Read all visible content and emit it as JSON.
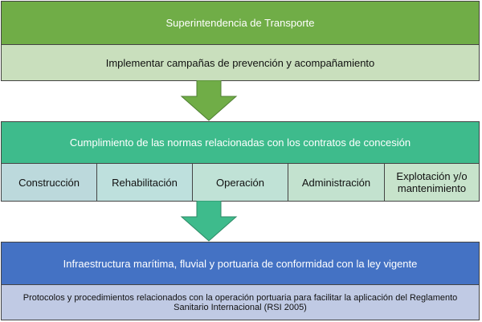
{
  "level1": {
    "title": "Superintendencia de Transporte",
    "subtitle": "Implementar campañas de prevención y acompañamiento"
  },
  "level2": {
    "title": "Cumplimiento de las normas relacionadas con los contratos de concesión",
    "items": [
      "Construcción",
      "Rehabilitación",
      "Operación",
      "Administración",
      "Explotación y/o mantenimiento"
    ]
  },
  "level3": {
    "title": "Infraestructura marítima, fluvial y portuaria de conformidad con la ley vigente",
    "subtitle": "Protocolos y procedimientos relacionados con la operación portuaria para facilitar la aplicación del Reglamento Sanitario Internacional (RSI 2005)"
  },
  "colors": {
    "green": "#70AD47",
    "light_green": "#C9DFBD",
    "teal": "#3EBB8C",
    "blue": "#4472C4",
    "light_blue": "#C0CAE4"
  }
}
